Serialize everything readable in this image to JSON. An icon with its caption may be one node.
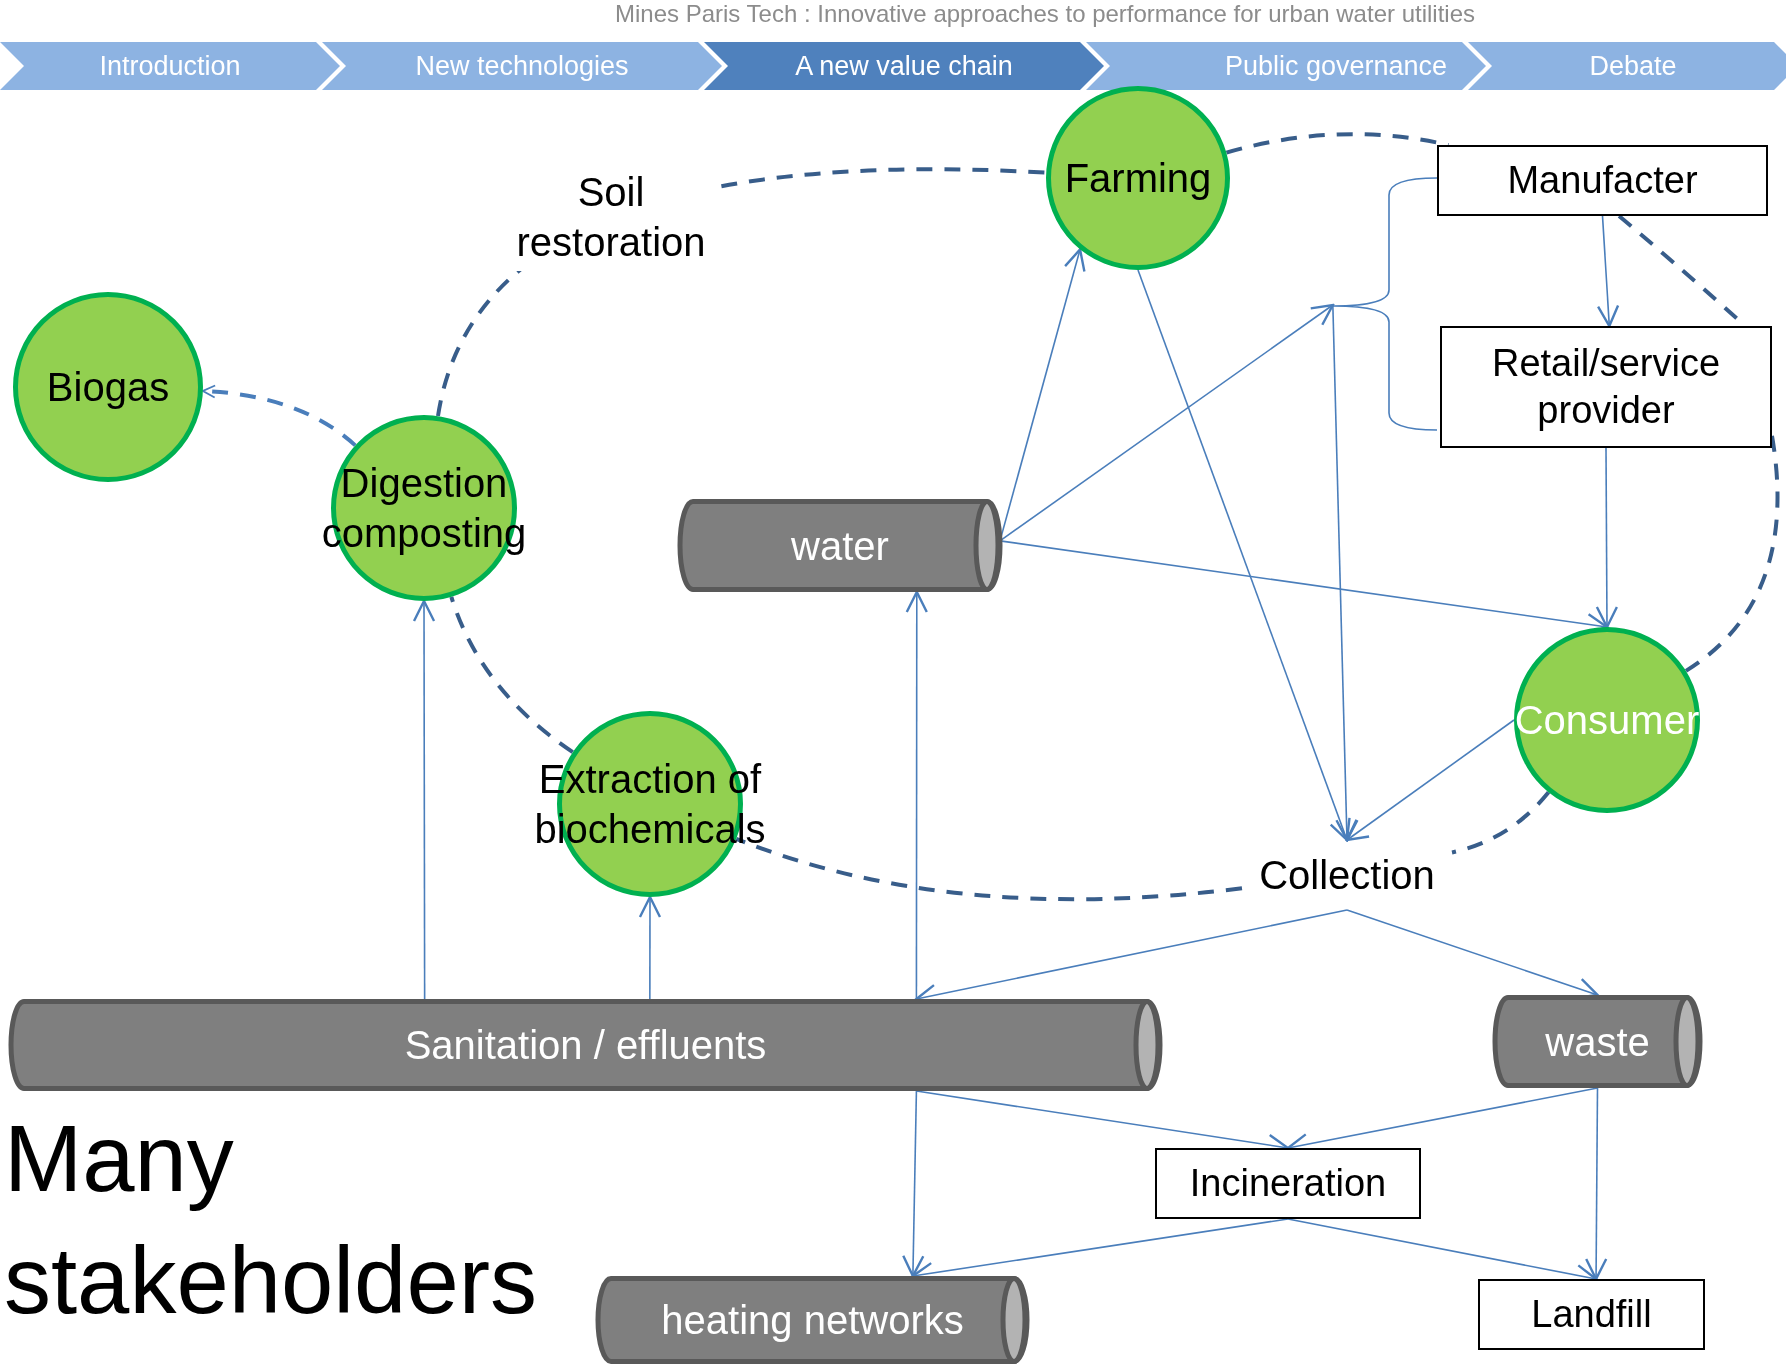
{
  "diagram": {
    "title": "Mines Paris Tech : Innovative approaches to performance for urban water utilities",
    "nodes": [
      {
        "text": [
          "Farming"
        ]
      },
      {
        "text": [
          "Manufacter"
        ]
      },
      {
        "text": [
          "Retail/service provider"
        ]
      },
      {
        "text": [
          "Biogas"
        ]
      },
      {
        "text": [
          "Digestion composting"
        ]
      },
      {
        "text": [
          "water"
        ]
      },
      {
        "text": [
          "Consumer"
        ]
      },
      {
        "text": [
          "Extraction of biochemicals"
        ]
      },
      {
        "text": [
          "Collection"
        ]
      },
      {
        "text": [
          "Sanitation / effluents"
        ]
      },
      {
        "text": [
          "waste"
        ]
      },
      {
        "text": [
          "Incineration"
        ]
      },
      {
        "text": [
          "heating networks"
        ]
      },
      {
        "text": [
          "Landfill"
        ]
      },
      {
        "text": [],
        "shape": "bracket"
      }
    ],
    "edges": [
      {
        "from": 5,
        "to": 0,
        "arrow": "to"
      },
      {
        "from": 5,
        "to": 14,
        "arrow": "to"
      },
      {
        "from": 5,
        "to": 6,
        "arrow": "to"
      },
      {
        "from": 0,
        "to": 8,
        "arrow": "to"
      },
      {
        "from": 14,
        "to": 8,
        "arrow": "to"
      },
      {
        "from": 1,
        "to": 2,
        "arrow": "to"
      },
      {
        "from": 2,
        "to": 6,
        "arrow": "to"
      },
      {
        "from": 6,
        "to": 8,
        "arrow": "to"
      },
      {
        "from": 8,
        "to": 9,
        "arrow": "to"
      },
      {
        "from": 8,
        "to": 10,
        "arrow": "to"
      },
      {
        "from": 9,
        "to": 5,
        "arrow": "to"
      },
      {
        "from": 9,
        "to": 4,
        "arrow": "to"
      },
      {
        "from": 9,
        "to": 7,
        "arrow": "to"
      },
      {
        "from": 9,
        "to": 11,
        "arrow": "to"
      },
      {
        "from": 10,
        "to": 11,
        "arrow": "to"
      },
      {
        "from": 9,
        "to": 12,
        "arrow": "to"
      },
      {
        "from": 11,
        "to": 12,
        "arrow": "to"
      },
      {
        "from": 11,
        "to": 13,
        "arrow": "to"
      },
      {
        "from": 10,
        "to": 13,
        "arrow": "to"
      },
      {
        "from": 4,
        "to": 3,
        "arrow": "to",
        "style": "dashed"
      },
      {
        "from": 4,
        "to": 0,
        "arrow": "none",
        "style": "dashed",
        "color": "#385d8a",
        "label": "Soil restoration"
      },
      {
        "from": 0,
        "to": 1,
        "arrow": "none",
        "style": "dashed",
        "color": "#385d8a"
      },
      {
        "from": 1,
        "to": 2,
        "arrow": "none",
        "style": "dashed",
        "color": "#385d8a"
      },
      {
        "from": 2,
        "to": 6,
        "arrow": "none",
        "style": "dashed",
        "color": "#385d8a"
      },
      {
        "from": 6,
        "to": 8,
        "arrow": "none",
        "style": "dashed",
        "color": "#385d8a"
      },
      {
        "from": 8,
        "to": 7,
        "arrow": "none",
        "style": "dashed",
        "color": "#385d8a"
      },
      {
        "from": 7,
        "to": 4,
        "arrow": "none",
        "style": "dashed",
        "color": "#385d8a"
      }
    ],
    "labels": [
      "Introduction",
      "New technologies",
      "A new value chain",
      "Public governance",
      "Debate",
      "Many stakeholders"
    ]
  }
}
